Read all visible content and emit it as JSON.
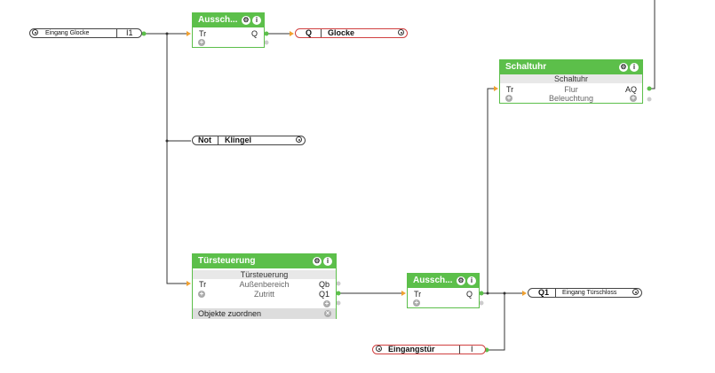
{
  "blocks": {
    "aus1": {
      "title": "Aussch...",
      "in1": "Tr",
      "out1": "Q"
    },
    "schaltuhr": {
      "title": "Schaltuhr",
      "subtitle": "Schaltuhr",
      "in1": "Tr",
      "mid1": "Flur",
      "out1": "AQ",
      "mid2": "Beleuchtung"
    },
    "tuer": {
      "title": "Türsteuerung",
      "subtitle": "Türsteuerung",
      "in1": "Tr",
      "mid1": "Außenbereich",
      "out1": "Qb",
      "mid2": "Zutritt",
      "out2": "Q1",
      "footer": "Objekte zuordnen"
    },
    "aus2": {
      "title": "Aussch...",
      "in1": "Tr",
      "out1": "Q"
    }
  },
  "inputs": {
    "glocke": {
      "label": "Eingang Glocke",
      "tag": "I1"
    },
    "eingangstuer": {
      "label": "Eingangstür",
      "tag": "I"
    }
  },
  "outputs": {
    "glocke": {
      "tag": "Q",
      "label": "Glocke"
    },
    "klingel": {
      "tag": "Not",
      "label": "Klingel"
    },
    "tuerschloss": {
      "tag": "Q1",
      "label": "Eingang Türschloss"
    }
  },
  "icons": {
    "header_gear": "gear-icon",
    "header_info": "info-icon",
    "add": "plus-icon"
  }
}
